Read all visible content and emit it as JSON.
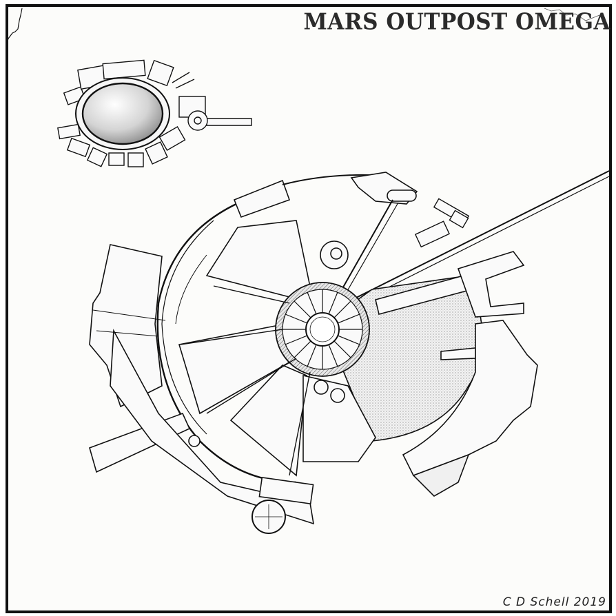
{
  "map": {
    "title": "MARS OUTPOST OMEGA",
    "signature": "C D Schell 2019",
    "style": "pencil sketch / embossed line art",
    "colors": {
      "ink": "#111111",
      "paper": "#fcfcfa",
      "shading": "#9a9a9a",
      "crater_fill": "#d8d8d8"
    },
    "features": [
      {
        "name": "satellite-crater-habitat",
        "location": "upper-left"
      },
      {
        "name": "main-circular-outpost",
        "location": "center"
      },
      {
        "name": "central-hub",
        "location": "center"
      },
      {
        "name": "long-transit-tube",
        "location": "center-right to upper-right"
      },
      {
        "name": "dome-module",
        "location": "lower-left"
      },
      {
        "name": "detached-module",
        "location": "right"
      }
    ]
  }
}
